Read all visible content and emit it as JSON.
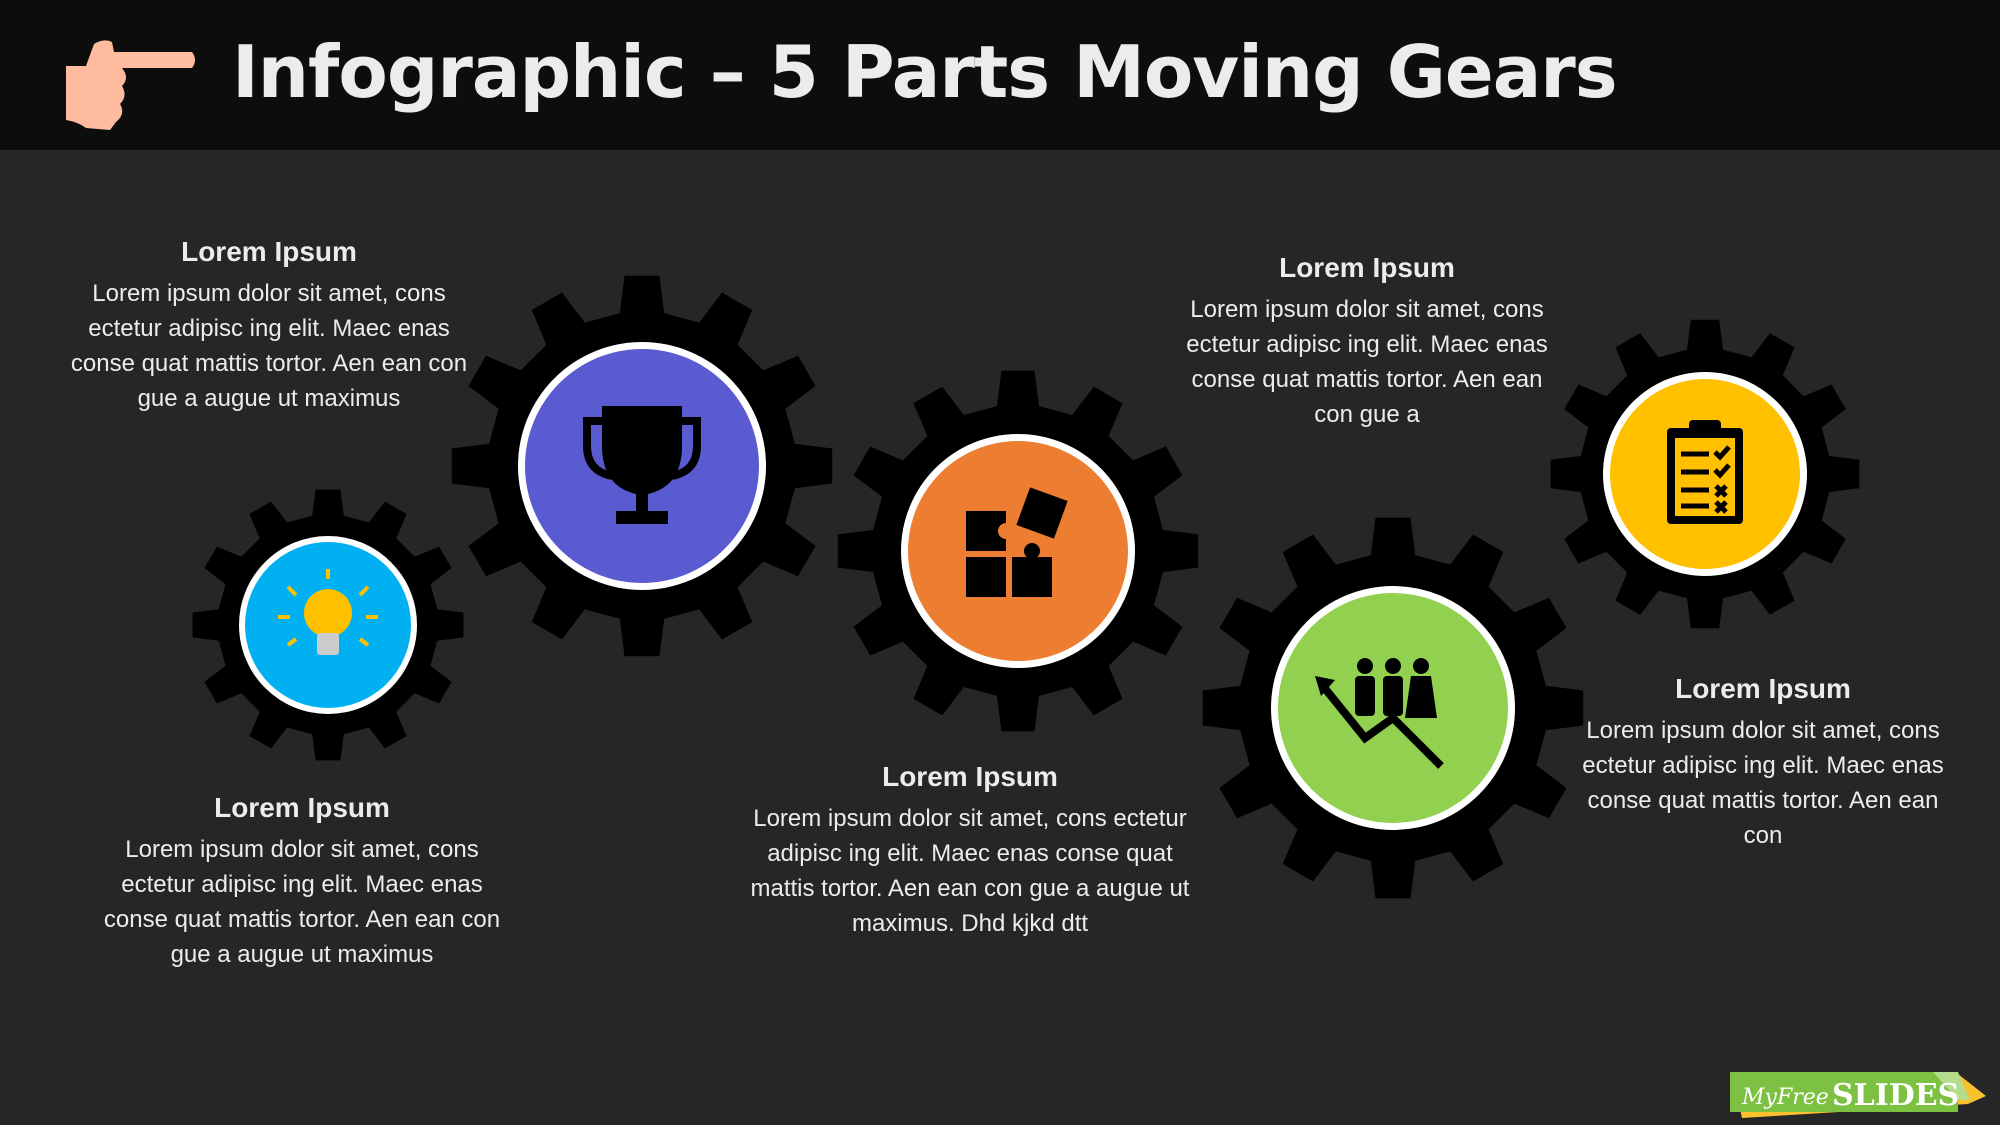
{
  "header": {
    "title": "Infographic – 5 Parts Moving Gears",
    "icon": "pointing-hand-icon"
  },
  "steps": [
    {
      "title": "Lorem Ipsum",
      "body": "Lorem ipsum dolor sit amet, cons ectetur adipisc ing elit. Maec enas conse quat mattis tortor. Aen ean con gue a augue ut maximus",
      "icon": "lightbulb-icon",
      "color": "#00b0f0"
    },
    {
      "title": "Lorem Ipsum",
      "body": "Lorem ipsum dolor sit amet, cons ectetur adipisc ing elit. Maec enas conse quat mattis tortor. Aen ean con gue a augue ut maximus",
      "icon": "trophy-icon",
      "color": "#5b5bd1"
    },
    {
      "title": "Lorem Ipsum",
      "body": "Lorem ipsum dolor sit amet, cons ectetur adipisc ing elit. Maec enas conse quat mattis tortor. Aen ean con gue a augue ut maximus. Dhd kjkd dtt",
      "icon": "puzzle-icon",
      "color": "#ed7d31"
    },
    {
      "title": "Lorem Ipsum",
      "body": "Lorem ipsum dolor sit amet, cons ectetur adipisc ing elit. Maec enas conse quat mattis tortor. Aen ean con gue a",
      "icon": "team-growth-icon",
      "color": "#92d050"
    },
    {
      "title": "Lorem Ipsum",
      "body": "Lorem ipsum dolor sit amet, cons ectetur adipisc ing elit. Maec enas conse quat mattis tortor. Aen ean con",
      "icon": "clipboard-checklist-icon",
      "color": "#ffc000"
    }
  ],
  "logo": {
    "text1": "MyFree",
    "text2": "SLIDES"
  }
}
